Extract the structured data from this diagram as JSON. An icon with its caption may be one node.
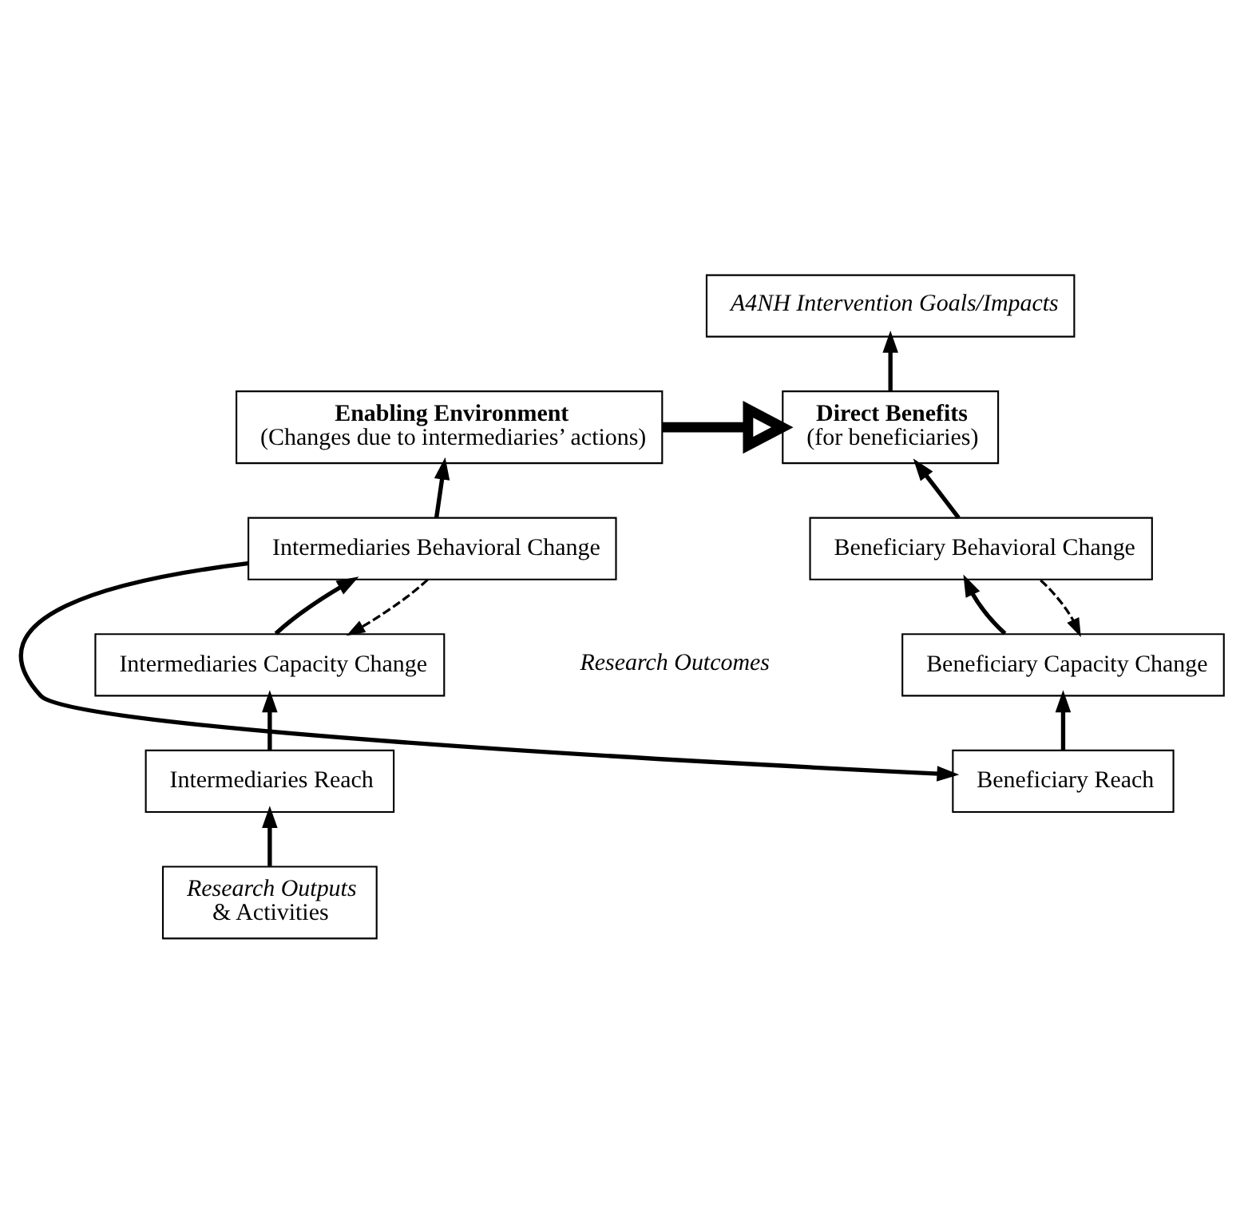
{
  "diagram": {
    "nodes": [
      {
        "text": [
          "A4NH Intervention Goals/Impacts"
        ]
      },
      {
        "text": [
          "Enabling Environment",
          "(Changes due to intermediaries’ actions)"
        ]
      },
      {
        "text": [
          "Direct Benefits",
          "(for beneficiaries)"
        ]
      },
      {
        "text": [
          "Intermediaries Behavioral Change"
        ]
      },
      {
        "text": [
          "Beneficiary Behavioral Change"
        ]
      },
      {
        "text": [
          "Intermediaries Capacity Change"
        ]
      },
      {
        "text": [
          "Beneficiary Capacity Change"
        ]
      },
      {
        "text": [
          "Intermediaries Reach"
        ]
      },
      {
        "text": [
          "Beneficiary Reach"
        ]
      },
      {
        "text": [
          "*Research Outputs* & Activities"
        ]
      }
    ],
    "edges": [
      {
        "from": 1,
        "to": 2,
        "arrow": "to",
        "style": "thick"
      },
      {
        "from": 2,
        "to": 0,
        "arrow": "to"
      },
      {
        "from": 3,
        "to": 1,
        "arrow": "to"
      },
      {
        "from": 4,
        "to": 2,
        "arrow": "to"
      },
      {
        "from": 3,
        "to": 8,
        "arrow": "to"
      },
      {
        "from": 3,
        "to": 5,
        "arrow": "to",
        "style": "dashed"
      },
      {
        "from": 5,
        "to": 3,
        "arrow": "to"
      },
      {
        "from": 4,
        "to": 6,
        "arrow": "to",
        "style": "dashed"
      },
      {
        "from": 6,
        "to": 4,
        "arrow": "to"
      },
      {
        "from": 7,
        "to": 5,
        "arrow": "to"
      },
      {
        "from": 8,
        "to": 6,
        "arrow": "to"
      },
      {
        "from": 9,
        "to": 7,
        "arrow": "to"
      }
    ],
    "labels": [
      "Research Outcomes"
    ]
  }
}
